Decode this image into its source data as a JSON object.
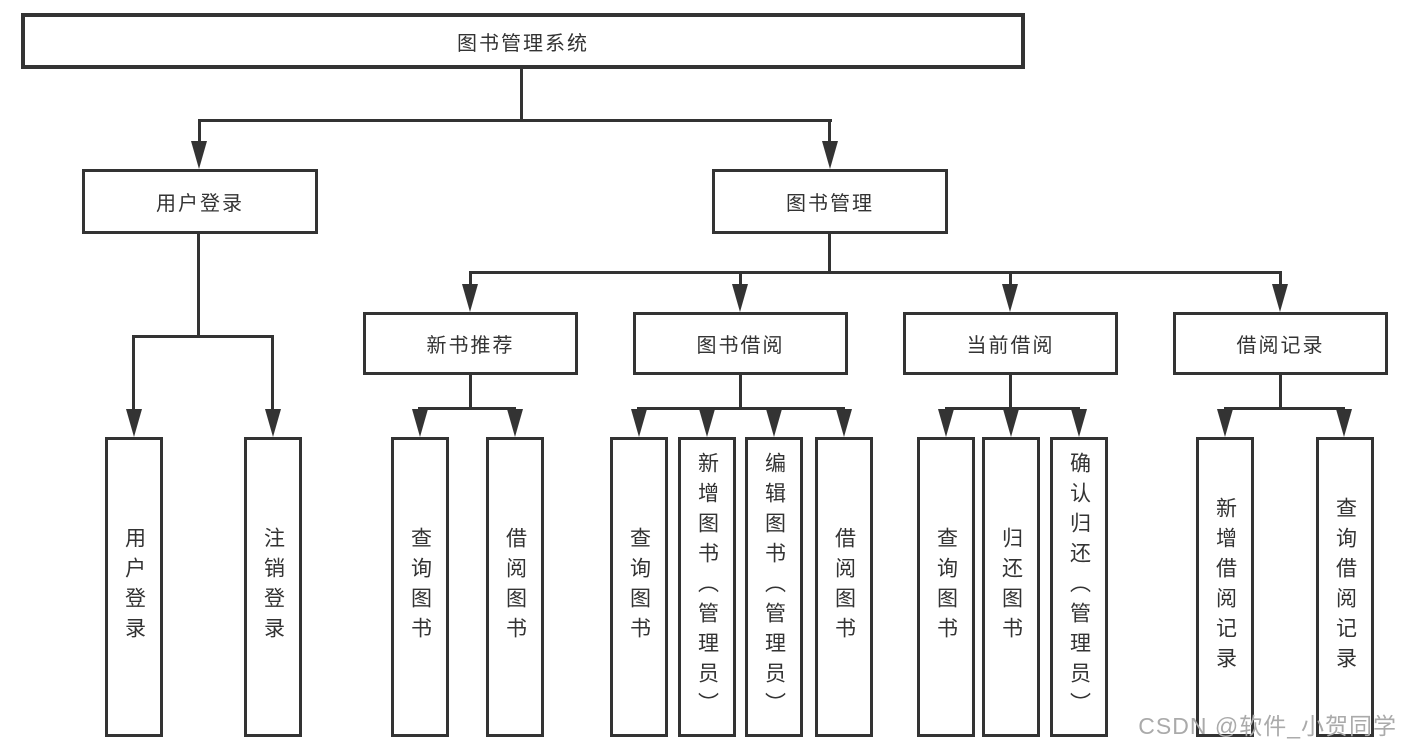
{
  "diagram": {
    "title": "图书管理系统",
    "level2": [
      {
        "label": "用户登录"
      },
      {
        "label": "图书管理"
      }
    ],
    "level3": [
      {
        "label": "新书推荐"
      },
      {
        "label": "图书借阅"
      },
      {
        "label": "当前借阅"
      },
      {
        "label": "借阅记录"
      }
    ],
    "leaves": [
      {
        "label": "用户登录"
      },
      {
        "label": "注销登录"
      },
      {
        "label": "查询图书"
      },
      {
        "label": "借阅图书"
      },
      {
        "label": "查询图书"
      },
      {
        "label": "新增图书（管理员）"
      },
      {
        "label": "编辑图书（管理员）"
      },
      {
        "label": "借阅图书"
      },
      {
        "label": "查询图书"
      },
      {
        "label": "归还图书"
      },
      {
        "label": "确认归还（管理员）"
      },
      {
        "label": "新增借阅记录"
      },
      {
        "label": "查询借阅记录"
      }
    ],
    "watermark": "CSDN @软件_小贺同学",
    "colors": {
      "line": "#333333",
      "text": "#333333",
      "background": "#ffffff",
      "watermark": "#aaaaaa"
    }
  }
}
